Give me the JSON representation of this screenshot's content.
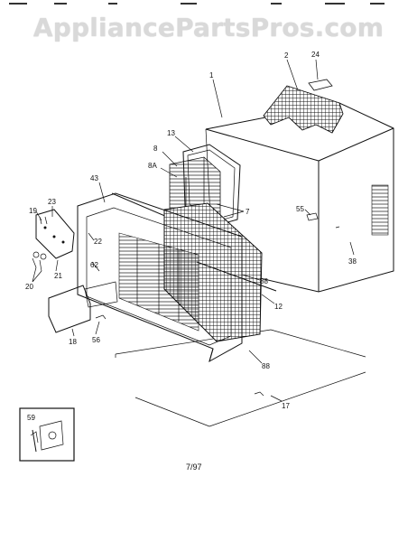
{
  "watermark": "AppliancePartsPros.com",
  "footer": "7/97",
  "labels": {
    "l1": "1",
    "l2": "2",
    "l24": "24",
    "l13": "13",
    "l8": "8",
    "l8a": "8A",
    "l7": "7",
    "l43": "43",
    "l23": "23",
    "l19": "19",
    "l22": "22",
    "l21": "21",
    "l20": "20",
    "l62": "62",
    "l88a": "88",
    "l12": "12",
    "l55": "55",
    "l38": "38",
    "l18": "18",
    "l56": "56",
    "l88b": "88",
    "l17": "17",
    "l59": "59"
  }
}
